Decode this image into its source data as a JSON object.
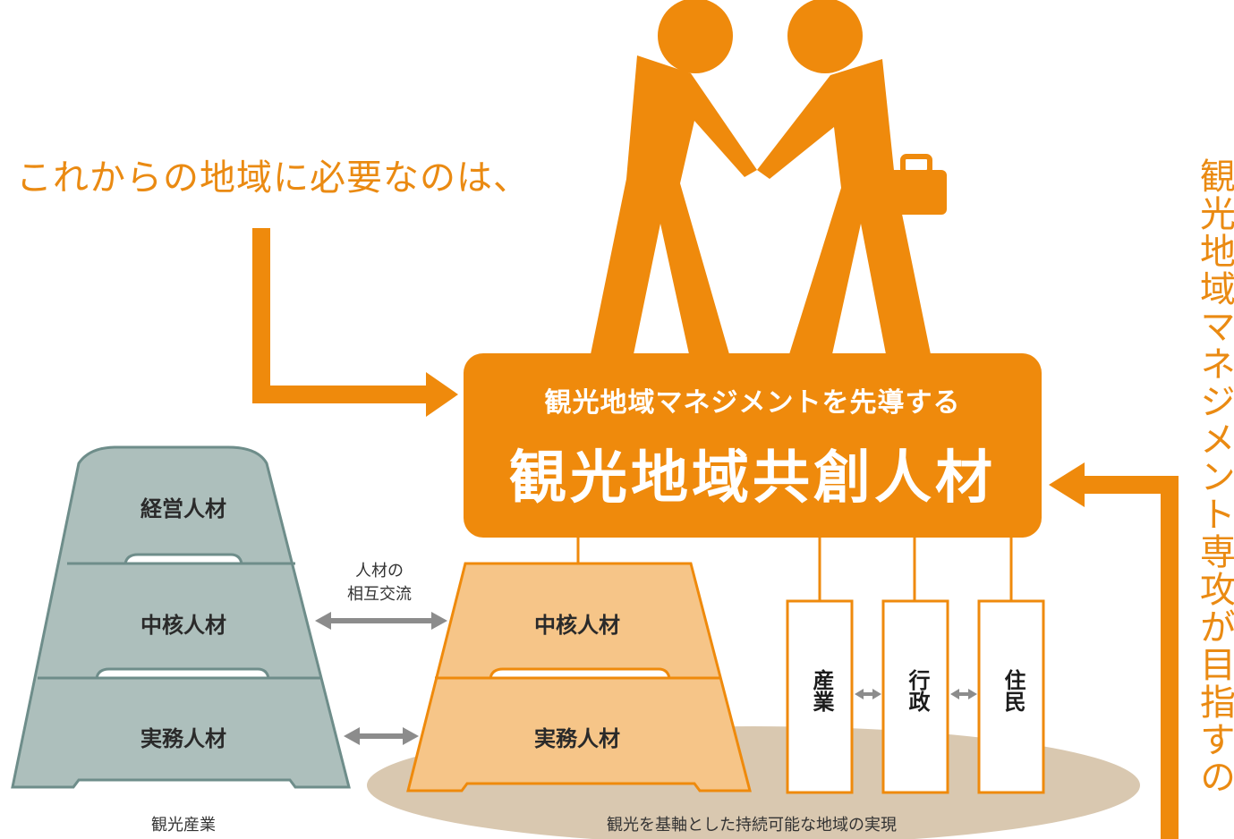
{
  "heading": "これからの地域に必要なのは、",
  "vertical_title": "観光地域マネジメント専攻が目指すの",
  "center_box": {
    "subtitle": "観光地域マネジメントを先導する",
    "title": "観光地域共創人材"
  },
  "left_stack": {
    "levels": [
      "経営人材",
      "中核人材",
      "実務人材"
    ],
    "caption": "観光産業"
  },
  "exchange_label": {
    "line1": "人材の",
    "line2": "相互交流"
  },
  "right_stack": {
    "levels": [
      "中核人材",
      "実務人材"
    ]
  },
  "pillars": [
    "産業",
    "行政",
    "住民"
  ],
  "ground_caption": "観光を基軸とした持続可能な地域の実現",
  "colors": {
    "orange": "#ef8a0c",
    "light_orange": "#f6c588",
    "teal": "#adbfbc",
    "teal_stroke": "#6e8d8a",
    "ground": "#d9c8b0",
    "arrow_gray": "#8c8c8c"
  },
  "icons": [
    "handshake-people-icon"
  ]
}
